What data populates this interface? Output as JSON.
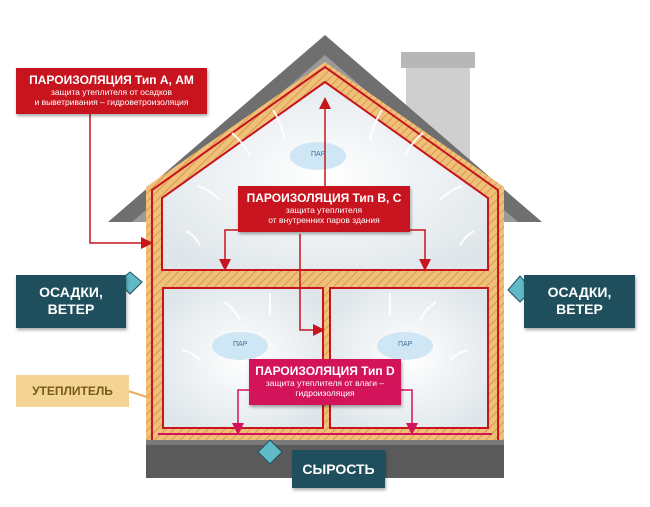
{
  "labels": {
    "type_a": {
      "title": "ПАРОИЗОЛЯЦИЯ Тип А, АМ",
      "sub1": "защита утеплителя от осадков",
      "sub2": "и выветривания – гидроветроизоляция"
    },
    "type_b": {
      "title": "ПАРОИЗОЛЯЦИЯ Тип В, С",
      "sub1": "защита утеплителя",
      "sub2": "от внутренних паров здания"
    },
    "type_d": {
      "title": "ПАРОИЗОЛЯЦИЯ Тип D",
      "sub1": "защита утеплителя от влаги –",
      "sub2": "гидроизоляция"
    },
    "left_weather": {
      "line1": "ОСАДКИ,",
      "line2": "ВЕТЕР"
    },
    "right_weather": {
      "line1": "ОСАДКИ,",
      "line2": "ВЕТЕР"
    },
    "insulation": "УТЕПЛИТЕЛЬ",
    "dampness": "СЫРОСТЬ"
  },
  "steam": {
    "attic": "ПАР",
    "left_room": "ПАР",
    "right_room": "ПАР"
  },
  "colors": {
    "red": "#c8141e",
    "pink": "#d4145a",
    "teal": "#1f4f5c",
    "insulation": "#f3d494",
    "wall": "#e7b062",
    "roof": "#7d7d7d",
    "foundation": "#5a5a5a"
  }
}
